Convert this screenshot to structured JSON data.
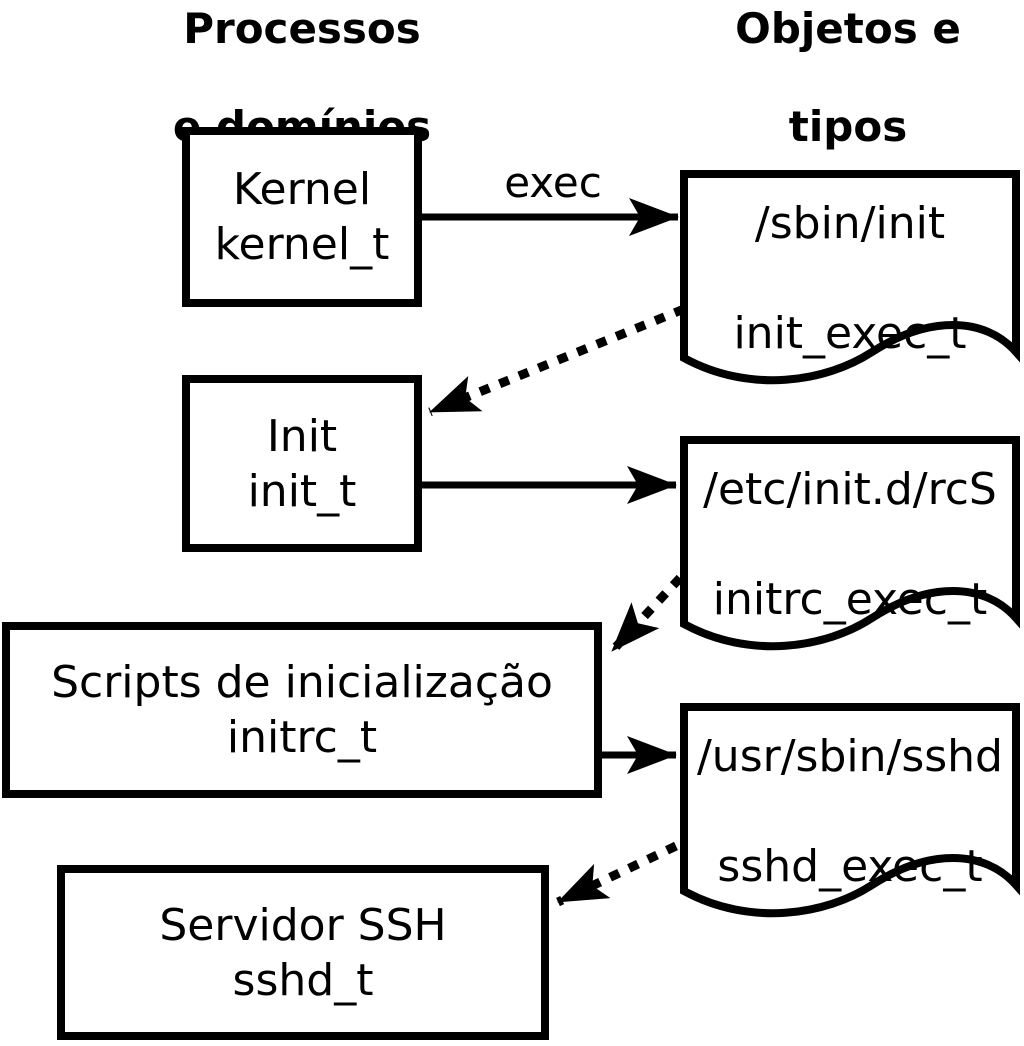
{
  "diagram": {
    "columns": {
      "left": {
        "line1": "Processos",
        "line2": "e domínios"
      },
      "right": {
        "line1": "Objetos e",
        "line2": "tipos"
      }
    },
    "processes": [
      {
        "name": "Kernel",
        "type": "kernel_t"
      },
      {
        "name": "Init",
        "type": "init_t"
      },
      {
        "name": "Scripts de inicialização",
        "type": "initrc_t"
      },
      {
        "name": "Servidor SSH",
        "type": "sshd_t"
      }
    ],
    "objects": [
      {
        "path": "/sbin/init",
        "type": "init_exec_t"
      },
      {
        "path": "/etc/init.d/rcS",
        "type": "initrc_exec_t"
      },
      {
        "path": "/usr/sbin/sshd",
        "type": "sshd_exec_t"
      }
    ],
    "edge_labels": {
      "exec": "exec"
    },
    "colors": {
      "line": "#000000",
      "background": "#ffffff"
    }
  }
}
